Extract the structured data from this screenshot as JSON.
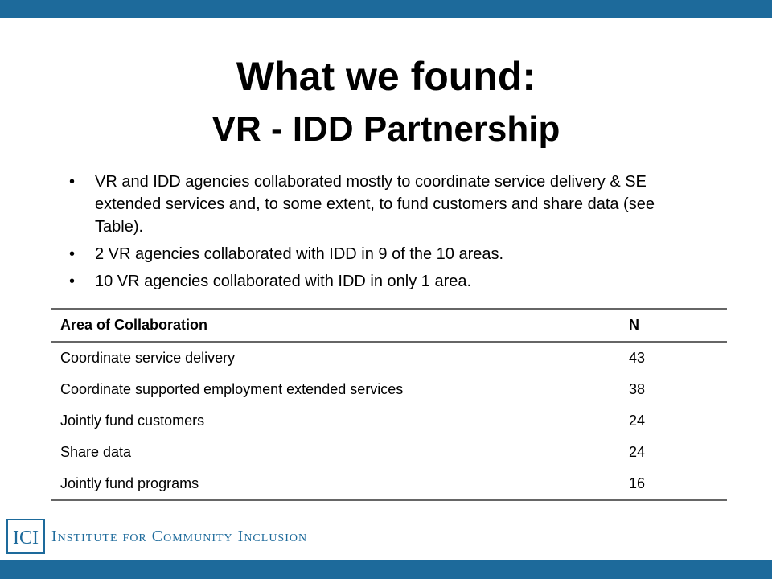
{
  "slide": {
    "title_line1": "What we found:",
    "title_line2": "VR - IDD Partnership",
    "bullets": [
      "VR and IDD agencies collaborated mostly to coordinate service delivery & SE extended services and, to some extent, to fund customers and share data (see Table).",
      "2 VR agencies collaborated with IDD in 9 of the 10 areas.",
      "10 VR agencies collaborated with IDD in only 1 area."
    ],
    "bullet_glyph": "•"
  },
  "table": {
    "headers": [
      "Area of Collaboration",
      "N"
    ],
    "rows": [
      [
        "Coordinate service delivery",
        "43"
      ],
      [
        "Coordinate supported employment extended services",
        "38"
      ],
      [
        "Jointly fund customers",
        "24"
      ],
      [
        "Share data",
        "24"
      ],
      [
        "Jointly fund programs",
        "16"
      ]
    ]
  },
  "footer": {
    "logo_text": "ICI",
    "org_name": "Institute for Community Inclusion"
  },
  "colors": {
    "brand_blue": "#1d6a9b",
    "rule_gray": "#666666"
  }
}
